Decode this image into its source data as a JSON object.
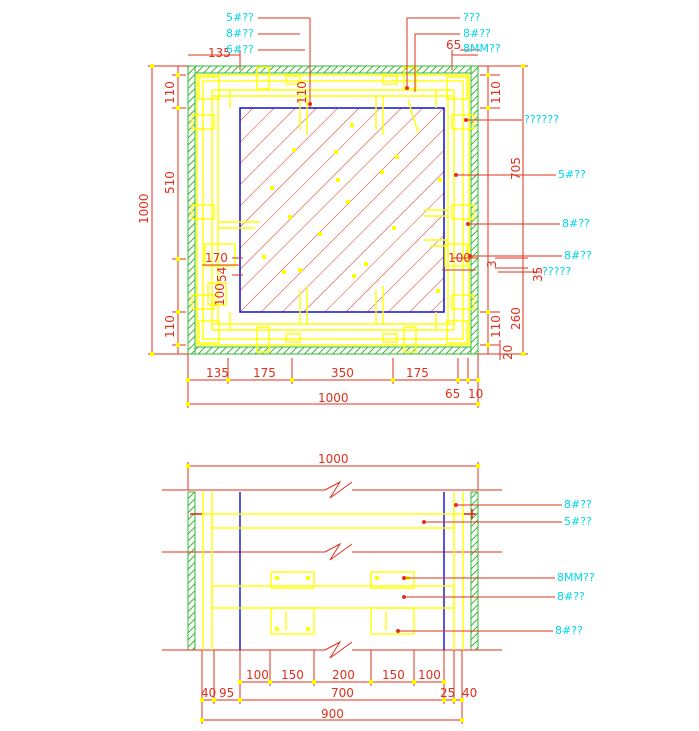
{
  "colors": {
    "dimension": "#e0301e",
    "annotation": "#00d8e8",
    "steel": "#ffff00",
    "wall_hatch": "#36b836",
    "opening": "#1010d0"
  },
  "plan": {
    "labels": {
      "top_left": [
        "5#??",
        "8#??",
        "6#??"
      ],
      "top_right": [
        "???",
        "8#??",
        "8MM??"
      ],
      "right": [
        "??????",
        "5#??",
        "8#??",
        "8#??",
        "?????"
      ]
    },
    "dims": {
      "top_135": "135",
      "top_65": "65",
      "left_110_top": "110",
      "left_510": "510",
      "left_1000": "1000",
      "left_170": "170",
      "left_54": "54",
      "left_100": "100",
      "left_110_bottom": "110",
      "center_110": "110",
      "right_110_top": "110",
      "right_705": "705",
      "right_100": "100",
      "right_3": "3",
      "right_35": "35",
      "right_110_bottom": "110",
      "right_260": "260",
      "right_20": "20",
      "bottom_135": "135",
      "bottom_175_a": "175",
      "bottom_350": "350",
      "bottom_175_b": "175",
      "bottom_65": "65",
      "bottom_10": "10",
      "bottom_1000": "1000"
    }
  },
  "section": {
    "labels": [
      "8#??",
      "5#??",
      "8MM??",
      "8#??",
      "8#??"
    ],
    "dims": {
      "top_1000": "1000",
      "d_100_a": "100",
      "d_150_a": "150",
      "d_200": "200",
      "d_150_b": "150",
      "d_100_b": "100",
      "d_40_a": "40",
      "d_95": "95",
      "d_700": "700",
      "d_25": "25",
      "d_40_b": "40",
      "d_900": "900"
    }
  }
}
